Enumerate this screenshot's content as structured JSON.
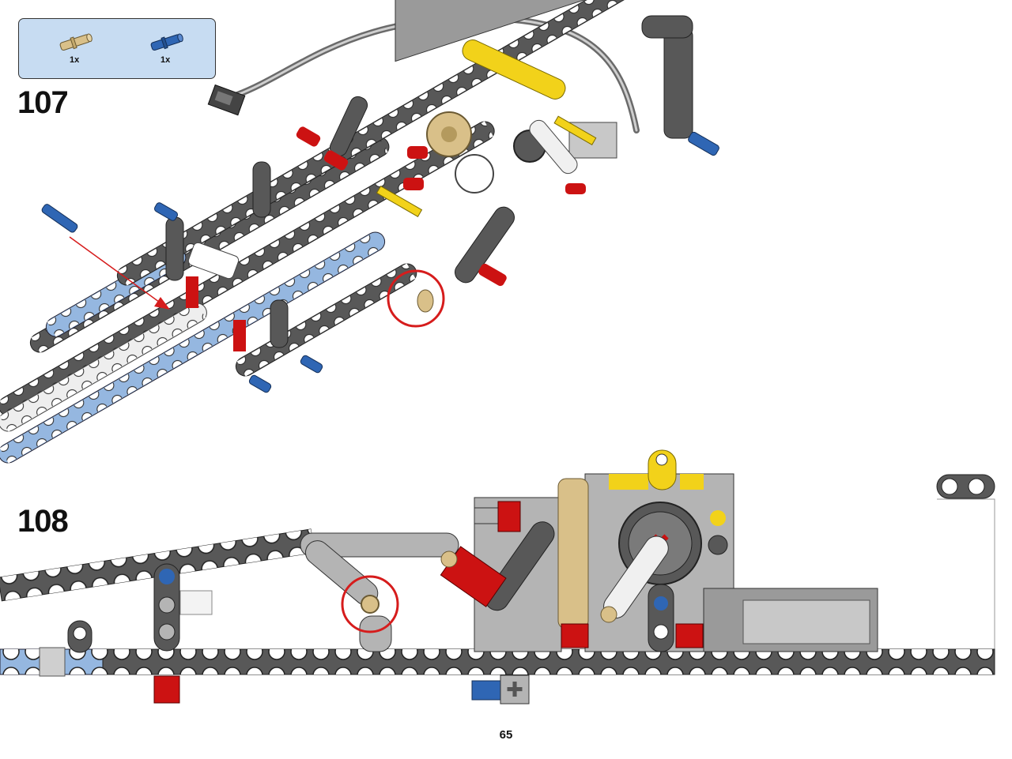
{
  "parts_list": [
    {
      "name": "tan-axle-pin",
      "quantity": "1x",
      "color": "#d9c089"
    },
    {
      "name": "blue-axle-pin",
      "quantity": "1x",
      "color": "#2f66b4"
    }
  ],
  "steps": [
    {
      "number": "107"
    },
    {
      "number": "108"
    }
  ],
  "page_number": "65",
  "colors": {
    "dark_gray": "#585858",
    "light_gray": "#b4b4b4",
    "medium_blue": "#95b7e0",
    "blue": "#2f66b4",
    "red": "#cc1212",
    "yellow": "#f2d21a",
    "tan": "#d9c089",
    "callout_red": "#d61c1c"
  }
}
